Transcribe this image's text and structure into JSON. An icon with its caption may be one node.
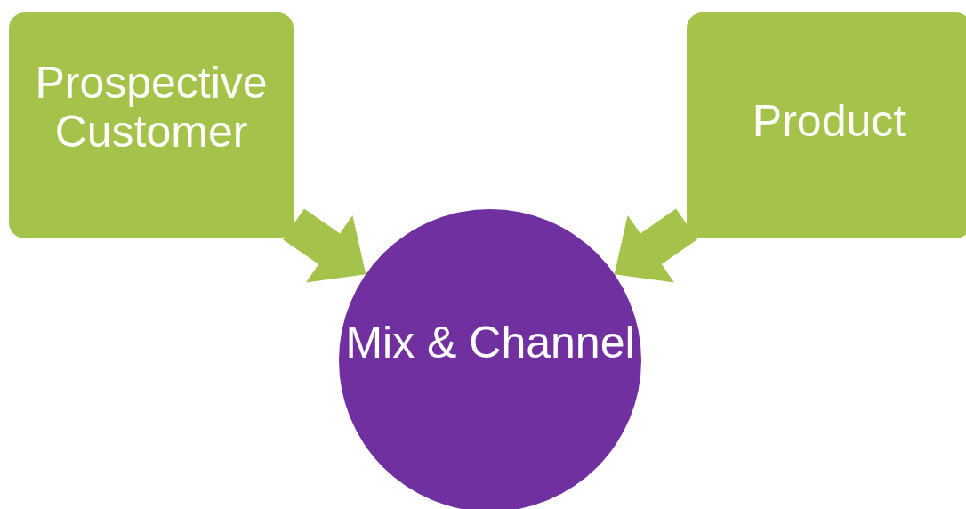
{
  "diagram": {
    "nodes": [
      {
        "text": [
          "Prospective Customer"
        ]
      },
      {
        "text": [
          "Product"
        ]
      },
      {
        "text": [
          "Mix & Channel"
        ]
      }
    ],
    "edges": [
      {
        "from": 0,
        "to": 2,
        "arrow": "to"
      },
      {
        "from": 1,
        "to": 2,
        "arrow": "to"
      }
    ]
  }
}
